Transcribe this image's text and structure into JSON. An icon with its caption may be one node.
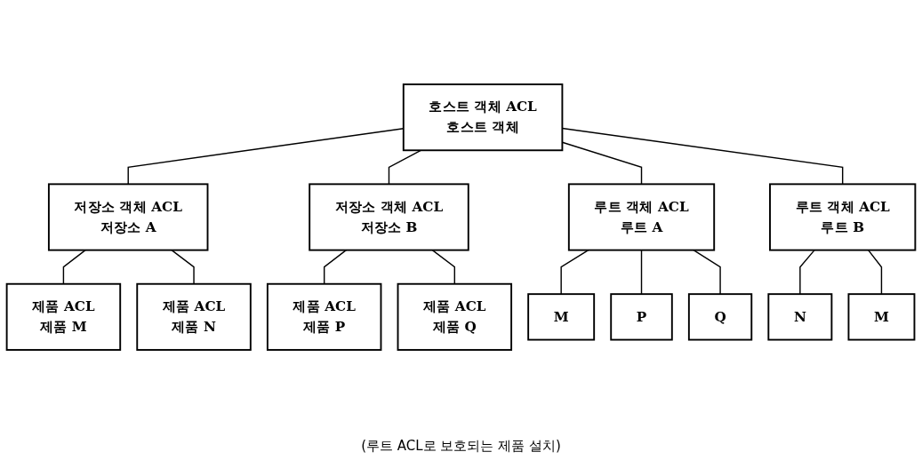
{
  "diagram": {
    "nodes": [
      {
        "text": [
          "호스트 객체 ACL",
          "호스트 객체"
        ]
      },
      {
        "text": [
          "저장소 객체 ACL",
          "저장소 A"
        ]
      },
      {
        "text": [
          "저장소 객체 ACL",
          "저장소 B"
        ]
      },
      {
        "text": [
          "루트 객체 ACL",
          "루트 A"
        ]
      },
      {
        "text": [
          "루트 객체 ACL",
          "루트 B"
        ]
      },
      {
        "text": [
          "제품 ACL",
          "제품 M"
        ]
      },
      {
        "text": [
          "제품 ACL",
          "제품 N"
        ]
      },
      {
        "text": [
          "제품 ACL",
          "제품 P"
        ]
      },
      {
        "text": [
          "제품 ACL",
          "제품 Q"
        ]
      },
      {
        "text": [
          "M"
        ]
      },
      {
        "text": [
          "P"
        ]
      },
      {
        "text": [
          "Q"
        ]
      },
      {
        "text": [
          "N"
        ]
      },
      {
        "text": [
          "M"
        ]
      }
    ],
    "edges": [
      {
        "from": 0,
        "to": 1,
        "arrow": "none"
      },
      {
        "from": 0,
        "to": 2,
        "arrow": "none"
      },
      {
        "from": 0,
        "to": 3,
        "arrow": "none"
      },
      {
        "from": 0,
        "to": 4,
        "arrow": "none"
      },
      {
        "from": 1,
        "to": 5,
        "arrow": "none"
      },
      {
        "from": 1,
        "to": 6,
        "arrow": "none"
      },
      {
        "from": 2,
        "to": 7,
        "arrow": "none"
      },
      {
        "from": 2,
        "to": 8,
        "arrow": "none"
      },
      {
        "from": 3,
        "to": 9,
        "arrow": "none"
      },
      {
        "from": 3,
        "to": 10,
        "arrow": "none"
      },
      {
        "from": 3,
        "to": 11,
        "arrow": "none"
      },
      {
        "from": 4,
        "to": 12,
        "arrow": "none"
      },
      {
        "from": 4,
        "to": 13,
        "arrow": "none"
      }
    ],
    "labels": [
      "(루트 ACL로 보호되는 제품 설치)"
    ]
  }
}
